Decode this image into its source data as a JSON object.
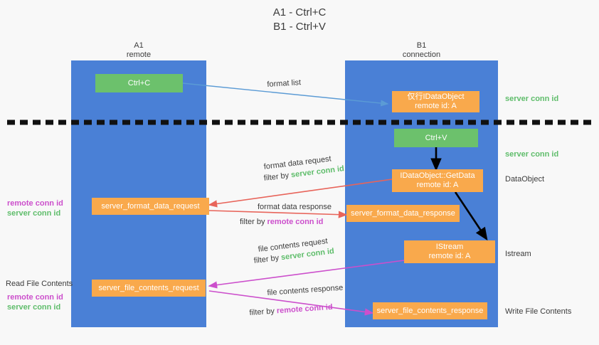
{
  "title": "A1 - Ctrl+C\nB1 - Ctrl+V",
  "lanes": [
    {
      "name": "A1",
      "sub": "remote",
      "header": "A1\nremote"
    },
    {
      "name": "B1",
      "sub": "connection",
      "header": "B1\nconnection"
    }
  ],
  "nodes": [
    {
      "id": "ctrl-c",
      "label": "Ctrl+C",
      "kind": "green"
    },
    {
      "id": "idataobject",
      "label": "仅行IDataObject\nremote id: A",
      "kind": "orange"
    },
    {
      "id": "ctrl-v",
      "label": "Ctrl+V",
      "kind": "green"
    },
    {
      "id": "getdata",
      "label": "IDataObject::GetData\nremote id: A",
      "kind": "orange"
    },
    {
      "id": "server-format-data-request",
      "label": "server_format_data_request",
      "kind": "orange"
    },
    {
      "id": "server-format-data-response",
      "label": "server_format_data_response",
      "kind": "orange"
    },
    {
      "id": "istream",
      "label": "IStream\nremote id: A",
      "kind": "orange"
    },
    {
      "id": "server-file-contents-request",
      "label": "server_file_contents_request",
      "kind": "orange"
    },
    {
      "id": "server-file-contents-response",
      "label": "server_file_contents_response",
      "kind": "orange"
    }
  ],
  "annotations": {
    "format_list": "format list",
    "format_data_request": "format data request",
    "format_data_response": "format data response",
    "file_contents_request": "file contents request",
    "file_contents_response": "file contents response",
    "filter_by": "filter by ",
    "server_conn_id": "server conn id",
    "remote_conn_id": "remote conn id"
  },
  "side_labels": {
    "server_conn_id_top": "server conn id",
    "server_conn_id_mid": "server conn id",
    "data_object": "DataObject",
    "istream": "Istream",
    "write_file_contents": "Write File Contents",
    "read_file_contents": "Read File Contents",
    "remote_conn_id": "remote conn id",
    "server_conn_id": "server conn id"
  },
  "colors": {
    "lane": "#4a80d6",
    "orange": "#f9a94c",
    "green": "#6cc16c",
    "server_text": "#5fbd6b",
    "remote_text": "#cc4fcc",
    "background": "#f8f8f8",
    "arrow_blue": "#5b9bd5",
    "arrow_black": "#000000",
    "arrow_red": "#e8645a",
    "arrow_magenta": "#cc4fcc"
  }
}
